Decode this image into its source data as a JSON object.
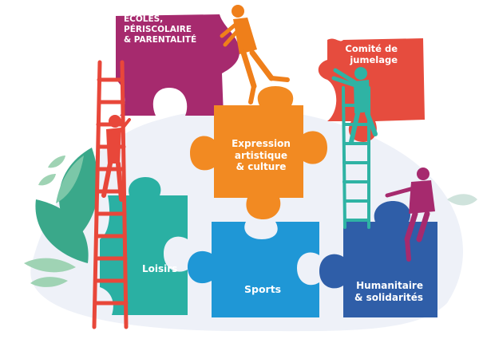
{
  "puzzle": {
    "ecoles": {
      "lines": [
        "ÉCOLES,",
        "PÉRISCOLAIRE",
        "& PARENTALITÉ"
      ],
      "color": "#a62a6e"
    },
    "comite": {
      "lines": [
        "Comité de",
        "jumelage"
      ],
      "color": "#e64c3e"
    },
    "expression": {
      "lines": [
        "Expression",
        "artistique",
        "& culture"
      ],
      "color": "#f28a22"
    },
    "loisirs": {
      "lines": [
        "Loisirs"
      ],
      "color": "#2ab0a3"
    },
    "sports": {
      "lines": [
        "Sports"
      ],
      "color": "#1f97d6"
    },
    "humanitaire": {
      "lines": [
        "Humanitaire",
        "& solidarités"
      ],
      "color": "#2f5ea8"
    }
  },
  "decor": {
    "ladder_red": "#e8473a",
    "ladder_teal": "#2fb3a4",
    "leaves": "#3aa88a",
    "background_blob": "#eef1f8"
  }
}
